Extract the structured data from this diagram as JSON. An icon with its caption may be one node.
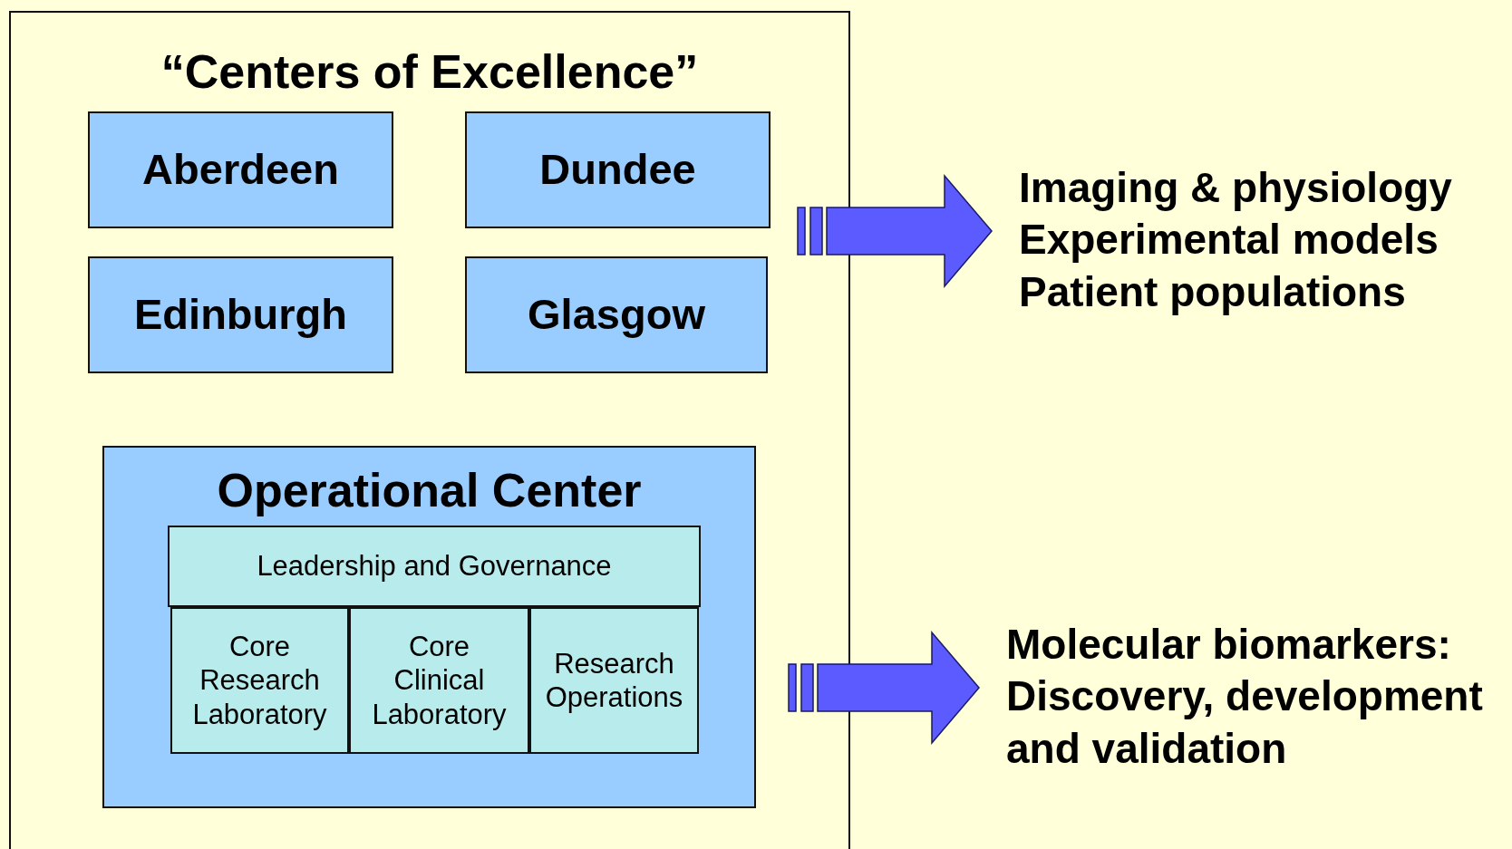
{
  "diagram": {
    "nodes": [
      {
        "text": [
          "“Centers of Excellence”"
        ]
      },
      {
        "text": [
          "Aberdeen"
        ],
        "in": 0
      },
      {
        "text": [
          "Dundee"
        ],
        "in": 0
      },
      {
        "text": [
          "Edinburgh"
        ],
        "in": 0
      },
      {
        "text": [
          "Glasgow"
        ],
        "in": 0
      },
      {
        "text": [
          "Operational Center"
        ],
        "in": 0
      },
      {
        "text": [
          "Leadership and Governance"
        ],
        "in": 5
      },
      {
        "text": [
          "Core Research Laboratory"
        ],
        "in": 5
      },
      {
        "text": [
          "Core Clinical Laboratory"
        ],
        "in": 5
      },
      {
        "text": [
          "Research Operations"
        ],
        "in": 5
      },
      {
        "text": [
          "Imaging & physiology",
          "Experimental models",
          "Patient populations"
        ]
      },
      {
        "text": [
          "Molecular biomarkers: Discovery, development and validation"
        ]
      }
    ],
    "edges": [
      {
        "from": 0,
        "to": 10,
        "arrow": "to"
      },
      {
        "from": 0,
        "to": 11,
        "arrow": "to"
      }
    ]
  }
}
